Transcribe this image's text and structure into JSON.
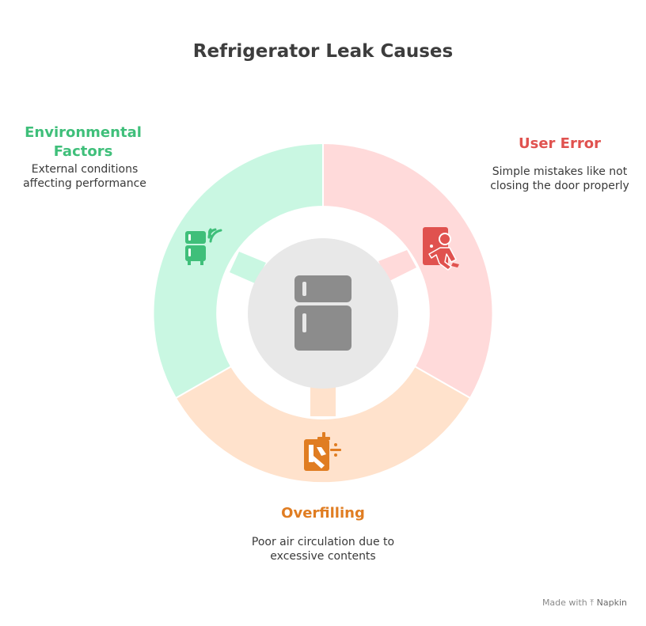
{
  "title": "Refrigerator Leak Causes",
  "segments": [
    {
      "key": "user-error",
      "title": "User Error",
      "description": "Simple mistakes like not closing the door properly",
      "color": "#e0524f",
      "fill": "#ffdada",
      "icon": "person-door-icon"
    },
    {
      "key": "overfilling",
      "title": "Overfilling",
      "description": "Poor air circulation due to excessive contents",
      "color": "#e07d22",
      "fill": "#ffe2cc",
      "icon": "calculator-math-icon"
    },
    {
      "key": "environmental",
      "title": "Environmental Factors",
      "description": "External conditions affecting performance",
      "color": "#3fbf7a",
      "fill": "#c9f7e2",
      "icon": "smart-fridge-icon"
    }
  ],
  "center": {
    "icon": "refrigerator-icon",
    "fill": "#e8e8e8",
    "icon_color": "#8c8c8c"
  },
  "footer": {
    "made_with": "Made with",
    "brand": "Napkin"
  }
}
